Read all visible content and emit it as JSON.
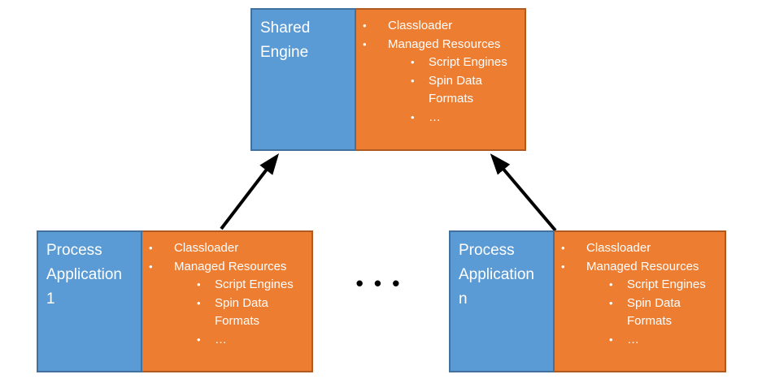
{
  "colors": {
    "blue-fill": "#5B9BD5",
    "blue-border": "#41719C",
    "orange-fill": "#ED7D31",
    "orange-border": "#AE5A21",
    "arrow-color": "#000000",
    "text-color": "#FFFFFF",
    "background": "#FFFFFF"
  },
  "ellipsis": "• • •",
  "boxes": [
    {
      "title": "Shared Engine",
      "bullets": [
        {
          "level": 1,
          "text": "Classloader"
        },
        {
          "level": 1,
          "text": "Managed Resources"
        },
        {
          "level": 2,
          "text": "Script Engines"
        },
        {
          "level": 2,
          "text": "Spin Data Formats"
        },
        {
          "level": 2,
          "text": "…"
        }
      ]
    },
    {
      "title": "Process Application 1",
      "bullets": [
        {
          "level": 1,
          "text": "Classloader"
        },
        {
          "level": 1,
          "text": "Managed Resources"
        },
        {
          "level": 2,
          "text": "Script Engines"
        },
        {
          "level": 2,
          "text": "Spin Data Formats"
        },
        {
          "level": 2,
          "text": "…"
        }
      ]
    },
    {
      "title": "Process Application n",
      "bullets": [
        {
          "level": 1,
          "text": "Classloader"
        },
        {
          "level": 1,
          "text": "Managed Resources"
        },
        {
          "level": 2,
          "text": "Script Engines"
        },
        {
          "level": 2,
          "text": "Spin Data Formats"
        },
        {
          "level": 2,
          "text": "…"
        }
      ]
    }
  ]
}
